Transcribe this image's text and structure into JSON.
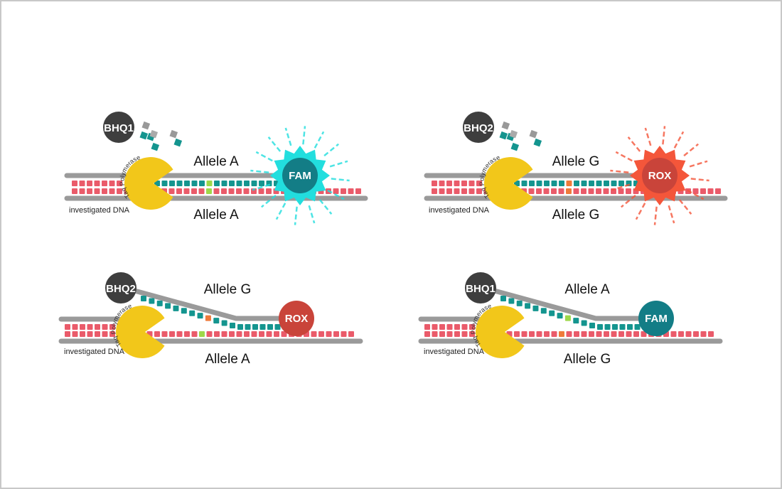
{
  "colors": {
    "strand": "#9a9a9a",
    "red_base": "#ea5b6a",
    "teal_base": "#14958f",
    "green_base": "#9ed84a",
    "orange_base": "#ef7a3a",
    "polymerase": "#f2c71a",
    "quencher": "#3e3e3e",
    "fam": "#137d86",
    "fam_glow": "#22dede",
    "rox": "#c9443a",
    "rox_glow": "#f4563a"
  },
  "panels": [
    {
      "quencher": "BHQ1",
      "dye": "FAM",
      "probe_allele": "Allele A",
      "template_allele": "Allele A",
      "dna_label": "investigated DNA",
      "polymerase": "Taq Polymerase",
      "state": "cleaved-match"
    },
    {
      "quencher": "BHQ2",
      "dye": "ROX",
      "probe_allele": "Allele G",
      "template_allele": "Allele G",
      "dna_label": "investigated DNA",
      "polymerase": "Taq Polymerase",
      "state": "cleaved-match"
    },
    {
      "quencher": "BHQ2",
      "dye": "ROX",
      "probe_allele": "Allele G",
      "template_allele": "Allele A",
      "dna_label": "investigated DNA",
      "polymerase": "Taq Polymerase",
      "state": "displaced-mismatch"
    },
    {
      "quencher": "BHQ1",
      "dye": "FAM",
      "probe_allele": "Allele A",
      "template_allele": "Allele G",
      "dna_label": "investigated DNA",
      "polymerase": "Taq Polymerase",
      "state": "displaced-mismatch"
    }
  ]
}
